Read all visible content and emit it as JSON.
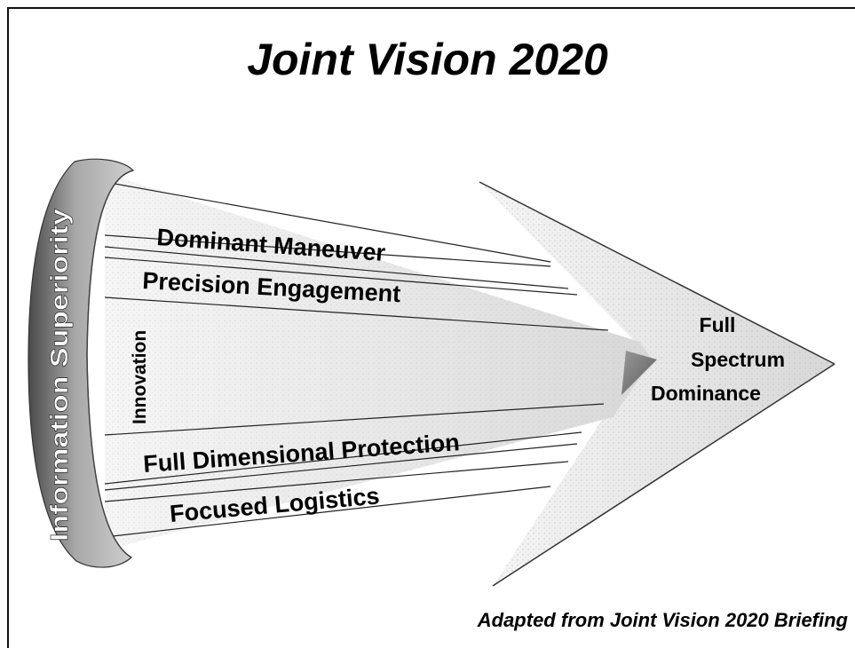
{
  "title": "Joint Vision 2020",
  "diagram": {
    "ring_label": "Information Superiority",
    "inner_label": "Innovation",
    "bands": [
      "Dominant Maneuver",
      "Precision Engagement",
      "Full Dimensional Protection",
      "Focused Logistics"
    ],
    "target": [
      "Full",
      "Spectrum",
      "Dominance"
    ]
  },
  "caption": "Adapted from Joint Vision 2020 Briefing",
  "colors": {
    "ring_dark": "#555555",
    "ring_light": "#bdbdbd",
    "arrow_fill": "#e3e3e3",
    "line": "#222222"
  }
}
